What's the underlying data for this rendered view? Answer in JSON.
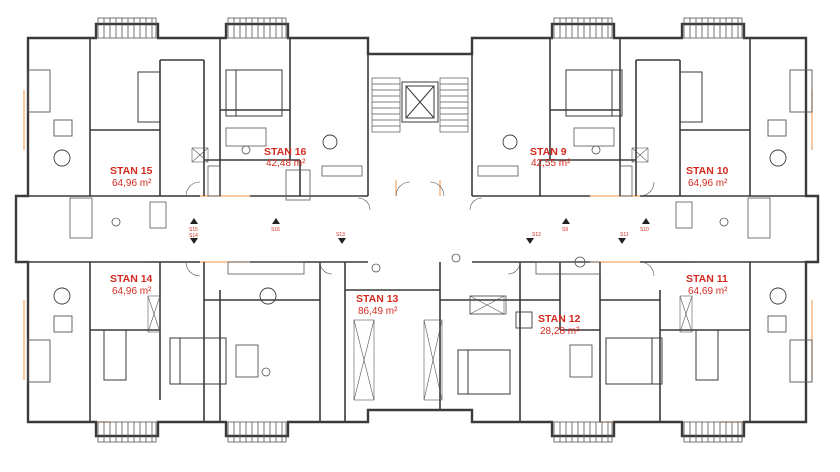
{
  "colors": {
    "label": "#d42a1f",
    "wall": "#3a3a3a",
    "furniture": "#555555",
    "window": "#f0a868",
    "corridor_marker": "#d42a1f",
    "background": "#ffffff"
  },
  "apartments": [
    {
      "name": "STAN 15",
      "area": "64,96 m²"
    },
    {
      "name": "STAN 16",
      "area": "42,48 m²"
    },
    {
      "name": "STAN 9",
      "area": "42,55 m²"
    },
    {
      "name": "STAN 10",
      "area": "64,96 m²"
    },
    {
      "name": "STAN 14",
      "area": "64,96 m²"
    },
    {
      "name": "STAN 13",
      "area": "86,49 m²"
    },
    {
      "name": "STAN 12",
      "area": "28,28 m²"
    },
    {
      "name": "STAN 11",
      "area": "64,69 m²"
    }
  ],
  "section_markers": [
    "S15",
    "S16",
    "S14",
    "S13",
    "S12",
    "S9",
    "S11",
    "S10"
  ],
  "icons": [
    "stair-icon",
    "elevator-icon",
    "door-arc-icon",
    "bed-icon",
    "sofa-icon",
    "dining-table-icon",
    "toilet-icon",
    "bathtub-icon",
    "kitchen-counter-icon"
  ]
}
